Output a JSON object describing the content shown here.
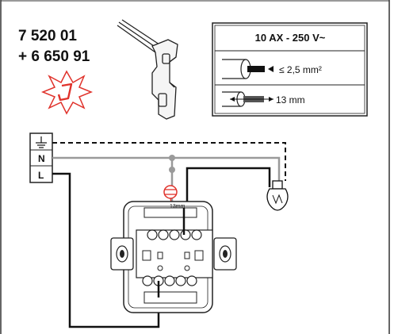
{
  "product": {
    "code_line_1": "7 520 01",
    "code_line_2": "+ 6 650 91"
  },
  "specs": {
    "rating": "10 AX - 250 V~",
    "conductor_section": "≤ 2,5 mm²",
    "strip_length": "13 mm"
  },
  "terminal_block": {
    "earth_symbol": "⏚",
    "neutral": "N",
    "live": "L"
  },
  "strip_gauge_label": "13mm",
  "colors": {
    "line": "#111111",
    "earth_wire": "#9a9a9a",
    "live_wire": "#111111",
    "warning": "#e0322b",
    "panel_border": "#222222"
  }
}
